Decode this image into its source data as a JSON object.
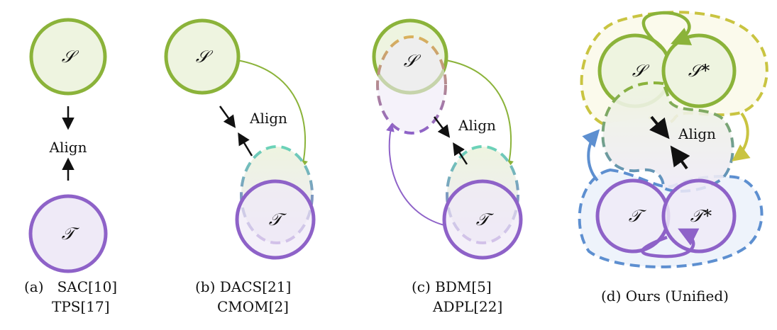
{
  "colors": {
    "source": "#8bb33a",
    "source_fill": "#eef4e0",
    "target": "#8e62c8",
    "target_fill": "#efeaf7",
    "mixed_dash": "#6bd3b8",
    "unified_dash_top": "#c9c441",
    "unified_dash_bottom": "#5d8fd0",
    "arrow": "#111111"
  },
  "symbols": {
    "source": "𝒮",
    "target": "𝒯",
    "source_star": "𝒮*",
    "target_star": "𝒯*"
  },
  "labels": {
    "align": "Align"
  },
  "panels": [
    {
      "id": "a",
      "caption_line1": "(a)   SAC[10]",
      "caption_line2": "TPS[17]"
    },
    {
      "id": "b",
      "caption_line1": "(b) DACS[21]",
      "caption_line2": "CMOM[2]"
    },
    {
      "id": "c",
      "caption_line1": "(c) BDM[5]",
      "caption_line2": "ADPL[22]"
    },
    {
      "id": "d",
      "caption_line1": "(d) Ours (Unified)",
      "caption_line2": ""
    }
  ]
}
